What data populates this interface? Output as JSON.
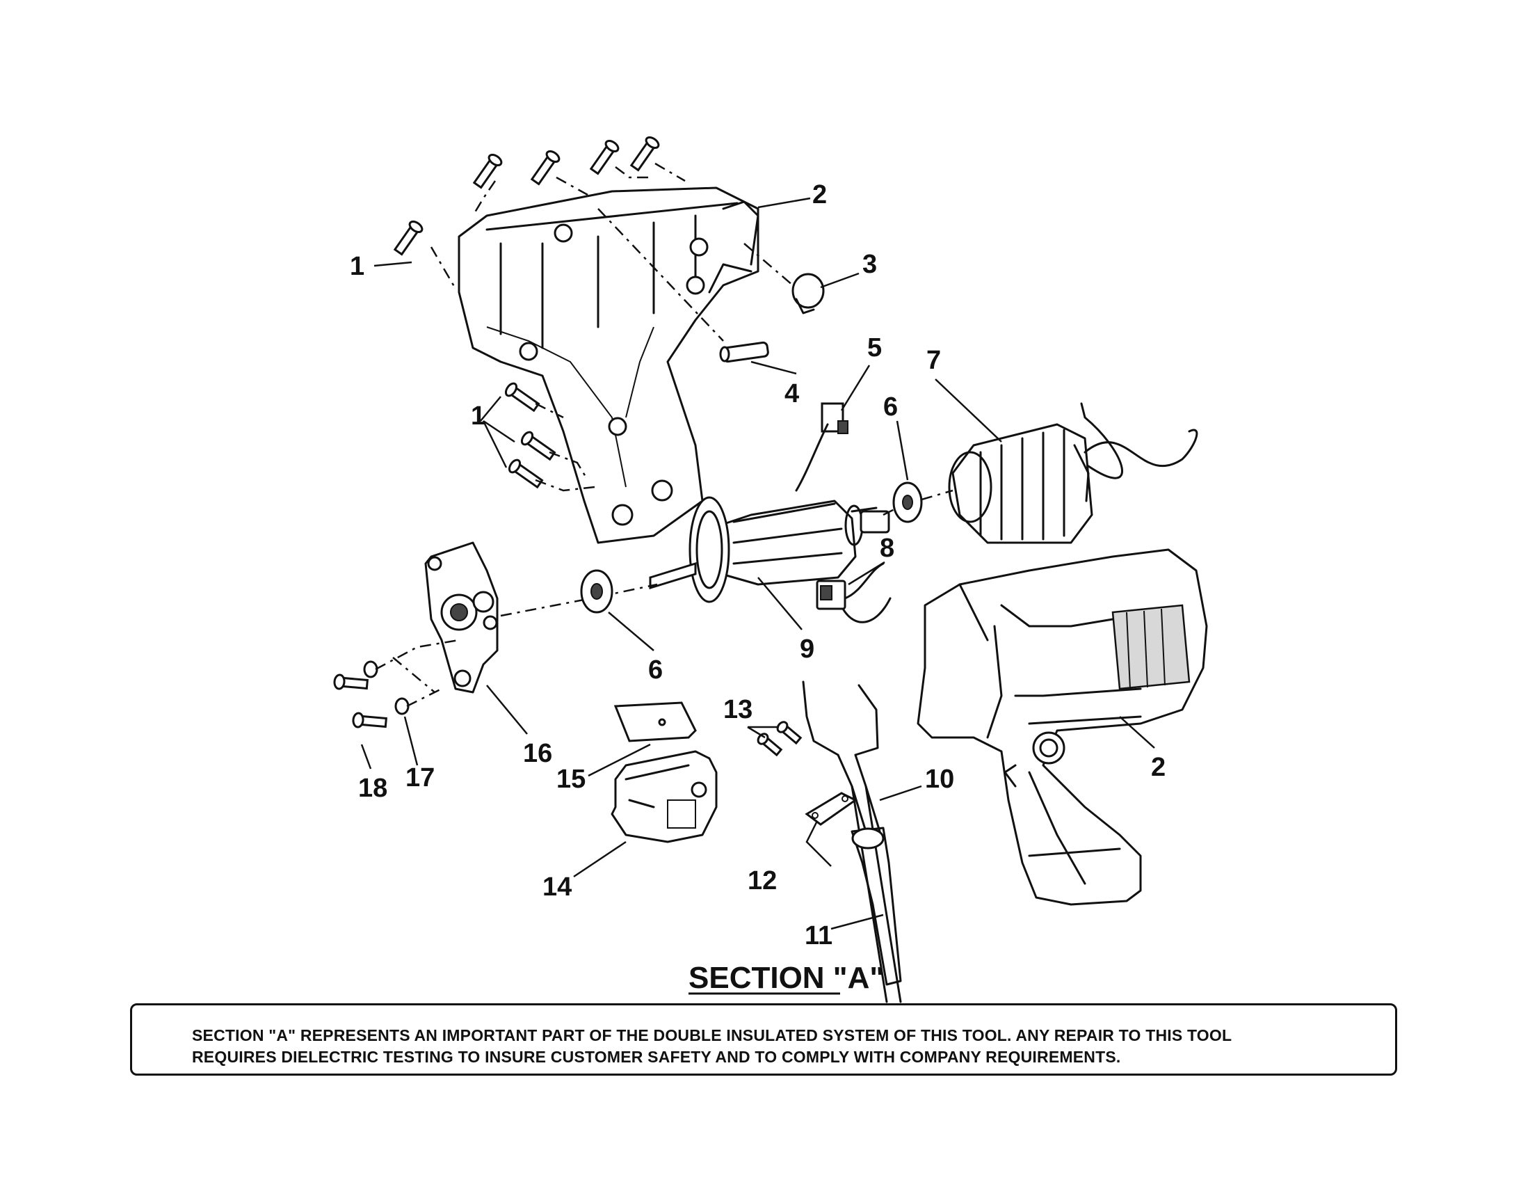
{
  "callouts": {
    "c1a": "1",
    "c1b": "1",
    "c2a": "2",
    "c2b": "2",
    "c3": "3",
    "c4": "4",
    "c5": "5",
    "c6a": "6",
    "c6b": "6",
    "c7": "7",
    "c8": "8",
    "c9": "9",
    "c10": "10",
    "c11": "11",
    "c12": "12",
    "c13": "13",
    "c14": "14",
    "c15": "15",
    "c16": "16",
    "c17": "17",
    "c18": "18"
  },
  "section_label": "SECTION \"A\"",
  "notice": {
    "line1": "SECTION \"A\" REPRESENTS AN IMPORTANT PART OF THE DOUBLE INSULATED SYSTEM OF THIS TOOL.  ANY REPAIR TO THIS TOOL",
    "line2": "REQUIRES DIELECTRIC TESTING TO INSURE CUSTOMER SAFETY AND TO COMPLY WITH COMPANY REQUIREMENTS."
  }
}
